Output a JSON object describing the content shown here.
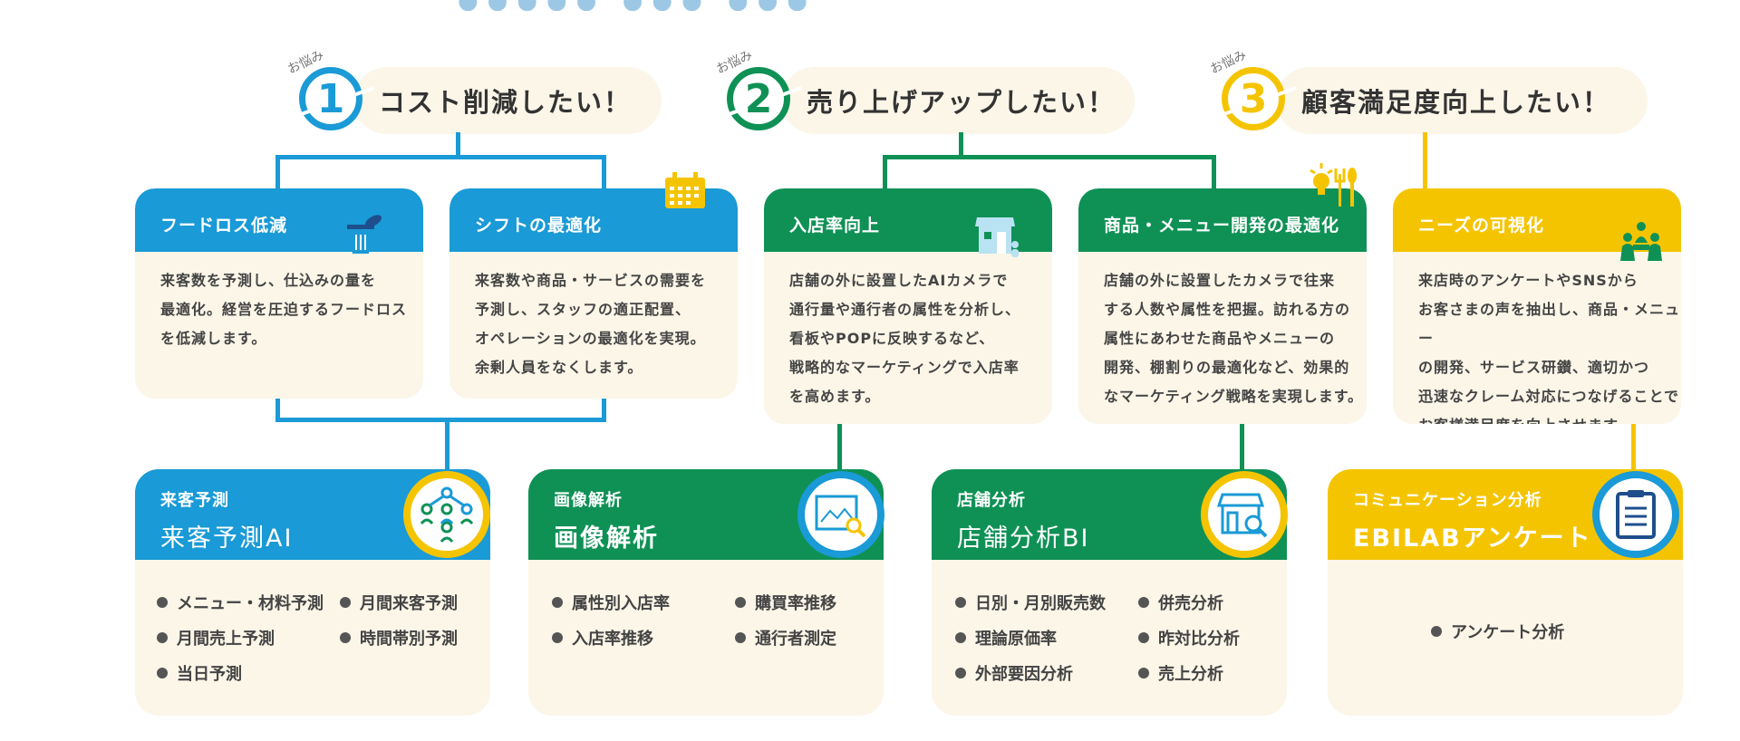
{
  "worries": [
    {
      "number": "1",
      "label": "お悩み",
      "text": "コスト削減したい！",
      "color": "#1a9ad6"
    },
    {
      "number": "2",
      "label": "お悩み",
      "text": "売り上げアップしたい！",
      "color": "#0f9156"
    },
    {
      "number": "3",
      "label": "お悩み",
      "text": "顧客満足度向上したい！",
      "color": "#f5c400"
    }
  ],
  "cards": [
    {
      "title": "フードロス低減",
      "icon": "food-waste-icon",
      "lines": [
        "来客数を予測し、仕込みの量を",
        "最適化。経営を圧迫するフードロス",
        "を低減します。"
      ],
      "color": "#1a9ad6"
    },
    {
      "title": "シフトの最適化",
      "icon": "calendar-icon",
      "lines": [
        "来客数や商品・サービスの需要を",
        "予測し、スタッフの適正配置、",
        "オペレーションの最適化を実現。",
        "余剰人員をなくします。"
      ],
      "color": "#1a9ad6"
    },
    {
      "title": "入店率向上",
      "icon": "store-visitor-icon",
      "lines": [
        "店舗の外に設置したAIカメラで",
        "通行量や通行者の属性を分析し、",
        "看板やPOPに反映するなど、",
        "戦略的なマーケティングで入店率",
        "を高めます。"
      ],
      "color": "#0f9156"
    },
    {
      "title": "商品・メニュー開発の最適化",
      "icon": "idea-food-icon",
      "lines": [
        "店舗の外に設置したカメラで往来",
        "する人数や属性を把握。訪れる方の",
        "属性にあわせた商品やメニューの",
        "開発、棚割りの最適化など、効果的",
        "なマーケティング戦略を実現します。"
      ],
      "color": "#0f9156"
    },
    {
      "title": "ニーズの可視化",
      "icon": "people-group-icon",
      "lines": [
        "来店時のアンケートやSNSから",
        "お客さまの声を抽出し、商品・メニュー",
        "の開発、サービス研鑚、適切かつ",
        "迅速なクレーム対応につなげることで",
        "お客様満足度を向上させます。"
      ],
      "color": "#f5c400"
    }
  ],
  "tools": [
    {
      "sub": "来客予測",
      "name": "来客予測AI",
      "icon": "network-people-icon",
      "color": "#1a9ad6",
      "items": [
        "メニュー・材料予測",
        "月間来客予測",
        "月間売上予測",
        "時間帯別予測",
        "当日予測"
      ]
    },
    {
      "sub": "画像解析",
      "name": "画像解析",
      "icon": "image-search-icon",
      "color": "#0f9156",
      "items": [
        "属性別入店率",
        "購買率推移",
        "入店率推移",
        "通行者測定"
      ]
    },
    {
      "sub": "店舗分析",
      "name": "店舗分析BI",
      "icon": "shop-search-icon",
      "color": "#0f9156",
      "items": [
        "日別・月別販売数",
        "併売分析",
        "理論原価率",
        "昨対比分析",
        "外部要因分析",
        "売上分析"
      ]
    },
    {
      "sub": "コミュニケーション分析",
      "name": "EBILABアンケート",
      "icon": "survey-sheet-icon",
      "color": "#f5c400",
      "items": [
        "アンケート分析"
      ]
    }
  ]
}
